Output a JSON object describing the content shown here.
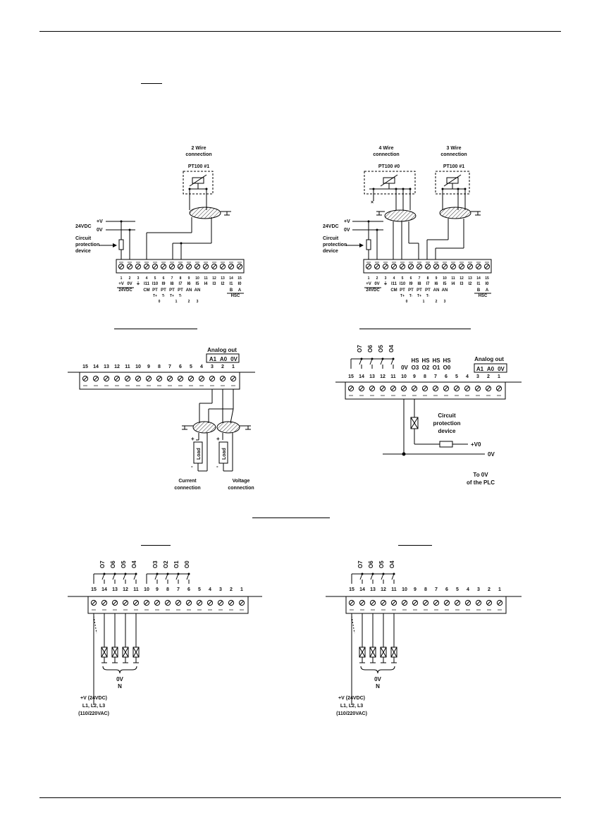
{
  "pt100_left": {
    "wire_label": [
      "2 Wire",
      "connection"
    ],
    "sensor_label": "PT100 #1",
    "supply_pos": "+V",
    "supply_neg": "0V",
    "supply_name": "24VDC",
    "protection_label": [
      "Circuit",
      "protection",
      "device"
    ],
    "terminal_numbers": [
      "1",
      "2",
      "3",
      "4",
      "5",
      "6",
      "7",
      "8",
      "9",
      "10",
      "11",
      "12",
      "13",
      "14",
      "15"
    ],
    "terminal_names": [
      "+V",
      "0V",
      "⏚",
      "I11",
      "I10",
      "I9",
      "I8",
      "I7",
      "I6",
      "I5",
      "I4",
      "I3",
      "I2",
      "I1",
      "I0"
    ],
    "terminal_names_2": [
      "CM",
      "PT",
      "PT",
      "PT",
      "PT",
      "AN",
      "AN",
      "B",
      "A"
    ],
    "group_24": "24VDC",
    "group_t_labels": [
      "T+",
      "T-",
      "T+",
      "T-"
    ],
    "group_numbers": [
      "0",
      "1",
      "2",
      "3"
    ],
    "group_hsc": "HSC"
  },
  "pt100_right": {
    "wire_label_a": [
      "4 Wire",
      "connection"
    ],
    "wire_label_b": [
      "3 Wire",
      "connection"
    ],
    "sensor_label_a": "PT100 #0",
    "sensor_label_b": "PT100 #1",
    "supply_pos": "+V",
    "supply_neg": "0V",
    "supply_name": "24VDC",
    "protection_label": [
      "Circuit",
      "protection",
      "device"
    ],
    "terminal_numbers": [
      "1",
      "2",
      "3",
      "4",
      "5",
      "6",
      "7",
      "8",
      "9",
      "10",
      "11",
      "12",
      "13",
      "14",
      "15"
    ],
    "terminal_names": [
      "+V",
      "0V",
      "⏚",
      "I11",
      "I10",
      "I9",
      "I8",
      "I7",
      "I6",
      "I5",
      "I4",
      "I3",
      "I2",
      "I1",
      "I0"
    ],
    "terminal_names_2": [
      "CM",
      "PT",
      "PT",
      "PT",
      "PT",
      "AN",
      "AN",
      "B",
      "A"
    ],
    "group_24": "24VDC",
    "group_t_labels": [
      "T+",
      "T-",
      "T+",
      "T-"
    ],
    "group_numbers": [
      "0",
      "1",
      "2",
      "3"
    ],
    "group_hsc": "HSC"
  },
  "analog_out": {
    "title": "Analog out",
    "channel_labels": [
      "A1",
      "A0",
      "0V"
    ],
    "terminal_numbers": [
      "15",
      "14",
      "13",
      "12",
      "11",
      "10",
      "9",
      "8",
      "7",
      "6",
      "5",
      "4",
      "3",
      "2",
      "1"
    ],
    "load_label": "Load",
    "current_label": [
      "Current",
      "connection"
    ],
    "voltage_label": [
      "Voltage",
      "connection"
    ]
  },
  "hs_outputs": {
    "output_labels": [
      "O7",
      "O6",
      "O5",
      "O4"
    ],
    "hs_prefix": [
      "HS",
      "HS",
      "HS",
      "HS"
    ],
    "hs_labels": [
      "0V",
      "O3",
      "O2",
      "O1",
      "O0"
    ],
    "analog_title": "Analog out",
    "channel_labels": [
      "A1",
      "A0",
      "0V"
    ],
    "terminal_numbers": [
      "15",
      "14",
      "13",
      "12",
      "11",
      "10",
      "9",
      "8",
      "7",
      "6",
      "5",
      "4",
      "3",
      "2",
      "1"
    ],
    "protection_label": [
      "Circuit",
      "protection",
      "device"
    ],
    "plus_v0": "+V0",
    "zero_v": "0V",
    "to_plc": [
      "To 0V",
      "of the PLC"
    ]
  },
  "relay_left": {
    "output_labels": [
      "O7",
      "O6",
      "O5",
      "O4",
      "O3",
      "O2",
      "O1",
      "O0"
    ],
    "terminal_numbers": [
      "15",
      "14",
      "13",
      "12",
      "11",
      "10",
      "9",
      "8",
      "7",
      "6",
      "5",
      "4",
      "3",
      "2",
      "1"
    ],
    "zero_label": [
      "0V",
      "N"
    ],
    "supply_label": [
      "+V (24VDC)",
      "L1, L2, L3",
      "(110/220VAC)"
    ]
  },
  "relay_right": {
    "output_labels": [
      "O7",
      "O6",
      "O5",
      "O4"
    ],
    "terminal_numbers": [
      "15",
      "14",
      "13",
      "12",
      "11",
      "10",
      "9",
      "8",
      "7",
      "6",
      "5",
      "4",
      "3",
      "2",
      "1"
    ],
    "zero_label": [
      "0V",
      "N"
    ],
    "supply_label": [
      "+V (24VDC)",
      "L1, L2, L3",
      "(110/220VAC)"
    ]
  }
}
